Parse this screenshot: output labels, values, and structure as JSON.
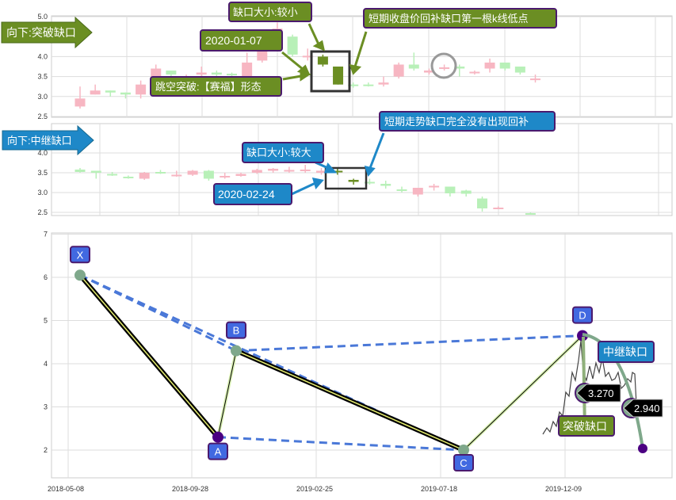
{
  "chart_data": [
    {
      "type": "candlestick",
      "panel": "top",
      "yticks": [
        "5.0",
        "4.0",
        "3.5",
        "3.0",
        "2.5"
      ],
      "ylim": [
        2.5,
        5.0
      ],
      "candles": [
        [
          2.75,
          2.95,
          3.25,
          2.7
        ],
        [
          3.05,
          3.15,
          3.3,
          3.05
        ],
        [
          3.15,
          3.1,
          3.15,
          3.0
        ],
        [
          3.1,
          3.05,
          3.1,
          2.95
        ],
        [
          3.05,
          3.3,
          3.4,
          2.95
        ],
        [
          3.45,
          3.7,
          3.8,
          3.4
        ],
        [
          3.65,
          3.55,
          3.65,
          3.4
        ],
        [
          3.5,
          3.5,
          3.55,
          3.45
        ],
        [
          3.55,
          3.6,
          3.75,
          3.45
        ],
        [
          3.6,
          3.55,
          3.65,
          3.5
        ],
        [
          3.57,
          3.55,
          3.6,
          3.5
        ],
        [
          3.5,
          3.85,
          4.1,
          3.45
        ],
        [
          3.9,
          4.25,
          4.4,
          3.85
        ],
        [
          4.35,
          4.7,
          4.85,
          4.3
        ],
        [
          4.5,
          4.05,
          4.55,
          4.0
        ],
        [
          4.0,
          4.02,
          4.2,
          3.9
        ],
        [
          4.0,
          3.8,
          4.05,
          3.75
        ],
        [
          3.75,
          3.3,
          3.75,
          3.3
        ],
        [
          3.3,
          3.28,
          3.35,
          3.22
        ],
        [
          3.3,
          3.28,
          3.35,
          3.25
        ],
        [
          3.3,
          3.35,
          3.5,
          3.25
        ],
        [
          3.5,
          3.8,
          3.85,
          3.45
        ],
        [
          3.8,
          3.7,
          4.1,
          3.65
        ],
        [
          3.6,
          3.65,
          3.7,
          3.55
        ],
        [
          3.71,
          3.73,
          3.8,
          3.65
        ],
        [
          3.75,
          3.7,
          3.8,
          3.5
        ],
        [
          3.6,
          3.62,
          3.65,
          3.55
        ],
        [
          3.7,
          3.85,
          3.95,
          3.6
        ],
        [
          3.85,
          3.7,
          3.85,
          3.65
        ],
        [
          3.75,
          3.6,
          3.75,
          3.55
        ],
        [
          3.45,
          3.45,
          3.55,
          3.35
        ]
      ],
      "gap_candles": [
        16,
        17
      ],
      "annotations": {
        "arrow": "向下:突破缺口",
        "gap_size": "缺口大小:较小",
        "date": "2020-01-07",
        "pattern": "跳空突破:【赛福】形态",
        "note": "短期收盘价回补缺口第一根k线低点"
      }
    },
    {
      "type": "candlestick",
      "panel": "middle",
      "yticks": [
        "4.0",
        "3.5",
        "3.0",
        "2.5"
      ],
      "ylim": [
        2.3,
        4.7
      ],
      "candles": [
        [
          3.58,
          3.52,
          3.62,
          3.5
        ],
        [
          3.55,
          3.5,
          3.55,
          3.35
        ],
        [
          3.47,
          3.45,
          3.52,
          3.42
        ],
        [
          3.4,
          3.38,
          3.43,
          3.35
        ],
        [
          3.35,
          3.5,
          3.52,
          3.32
        ],
        [
          3.52,
          3.5,
          3.57,
          3.47
        ],
        [
          3.42,
          3.45,
          3.55,
          3.4
        ],
        [
          3.45,
          3.55,
          3.57,
          3.42
        ],
        [
          3.55,
          3.35,
          3.57,
          3.3
        ],
        [
          3.4,
          3.42,
          3.5,
          3.35
        ],
        [
          3.42,
          3.47,
          3.5,
          3.4
        ],
        [
          3.5,
          3.57,
          3.6,
          3.47
        ],
        [
          3.55,
          3.6,
          3.62,
          3.5
        ],
        [
          3.55,
          3.57,
          3.65,
          3.5
        ],
        [
          3.57,
          3.58,
          3.7,
          3.5
        ],
        [
          3.5,
          3.55,
          3.62,
          3.45
        ],
        [
          3.55,
          3.53,
          3.6,
          3.45
        ],
        [
          3.32,
          3.27,
          3.35,
          3.2
        ],
        [
          3.27,
          3.25,
          3.35,
          3.2
        ],
        [
          3.22,
          3.17,
          3.3,
          3.1
        ],
        [
          3.08,
          3.06,
          3.15,
          3.0
        ],
        [
          2.95,
          3.12,
          3.12,
          2.9
        ],
        [
          3.15,
          3.17,
          3.22,
          3.05
        ],
        [
          3.15,
          2.98,
          3.15,
          2.9
        ],
        [
          3.05,
          2.97,
          3.07,
          2.9
        ],
        [
          2.85,
          2.6,
          2.9,
          2.52
        ],
        [
          2.62,
          2.62,
          2.65,
          2.58
        ],
        null,
        [
          2.48,
          2.47,
          2.5,
          2.44
        ]
      ],
      "gap_candles": [
        16,
        17
      ],
      "annotations": {
        "arrow": "向下:中继缺口",
        "note": "短期走势缺口完全没有出现回补",
        "gap_size": "缺口大小:较大",
        "date": "2020-02-24"
      }
    },
    {
      "type": "line",
      "panel": "bottom",
      "yticks": [
        "7",
        "6",
        "5",
        "4",
        "3",
        "2"
      ],
      "ylim": [
        1.4,
        7
      ],
      "xticks": [
        "2018-05-08",
        "2018-09-28",
        "2019-02-25",
        "2019-07-18",
        "2019-12-09"
      ],
      "points": [
        {
          "label": "X",
          "value": 6.05
        },
        {
          "label": "A",
          "value": 2.3
        },
        {
          "label": "B",
          "value": 4.3
        },
        {
          "label": "C",
          "value": 2.0
        },
        {
          "label": "D",
          "value": 4.65
        }
      ],
      "gap_labels": {
        "relay": "中继缺口",
        "breakout": "突破缺口"
      },
      "price_tags": [
        "3.270",
        "2.940"
      ]
    }
  ],
  "colors": {
    "up": "#f7b6c2",
    "down": "#b8f0b8",
    "gap": "#6b8e23",
    "olive": "#6b8e23",
    "blue": "#1e88c8",
    "node": "#4169e1",
    "border": "#4b1a6e"
  }
}
